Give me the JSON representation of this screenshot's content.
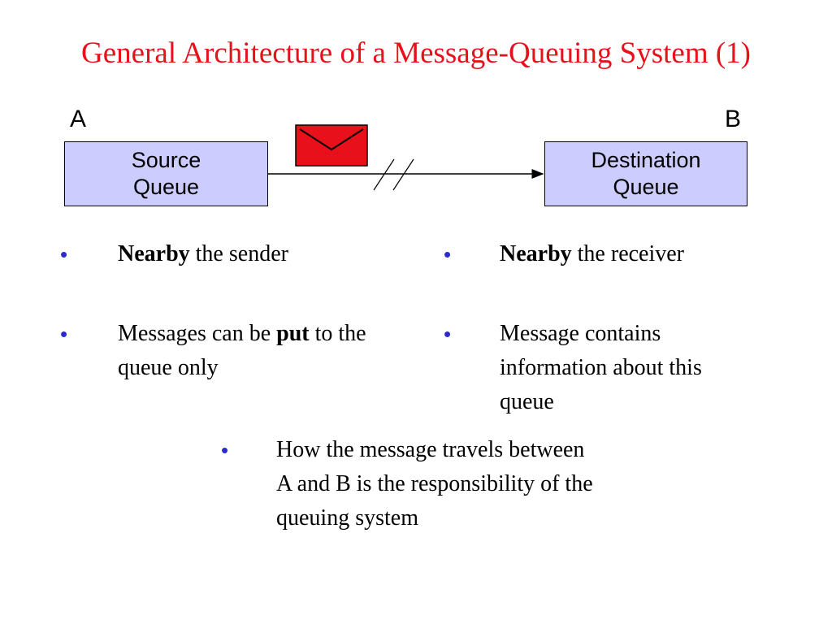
{
  "slide": {
    "title": "General Architecture of a Message-Queuing System (1)",
    "title_color": "#e8101a",
    "bullet_color": "#2b2ccb",
    "box_fill": "#ccccff",
    "envelope_color": "#e8101a"
  },
  "diagram": {
    "node_a": "A",
    "node_b": "B",
    "source_line1": "Source",
    "source_line2": "Queue",
    "dest_line1": "Destination",
    "dest_line2": "Queue",
    "envelope_icon": "envelope-icon"
  },
  "bullets": {
    "symbol": "•",
    "left": [
      {
        "bold": "Nearby",
        "pre": "",
        "post": " the sender"
      },
      {
        "pre": "Messages can be ",
        "bold": "put",
        "post": " to the queue only"
      }
    ],
    "right": [
      {
        "bold": "Nearby",
        "pre": "",
        "post": " the receiver"
      },
      {
        "pre": "",
        "bold": "",
        "post": "Message contains information about this queue"
      }
    ],
    "bottom": "How the message travels between A and B is the responsibility of the queuing system"
  }
}
